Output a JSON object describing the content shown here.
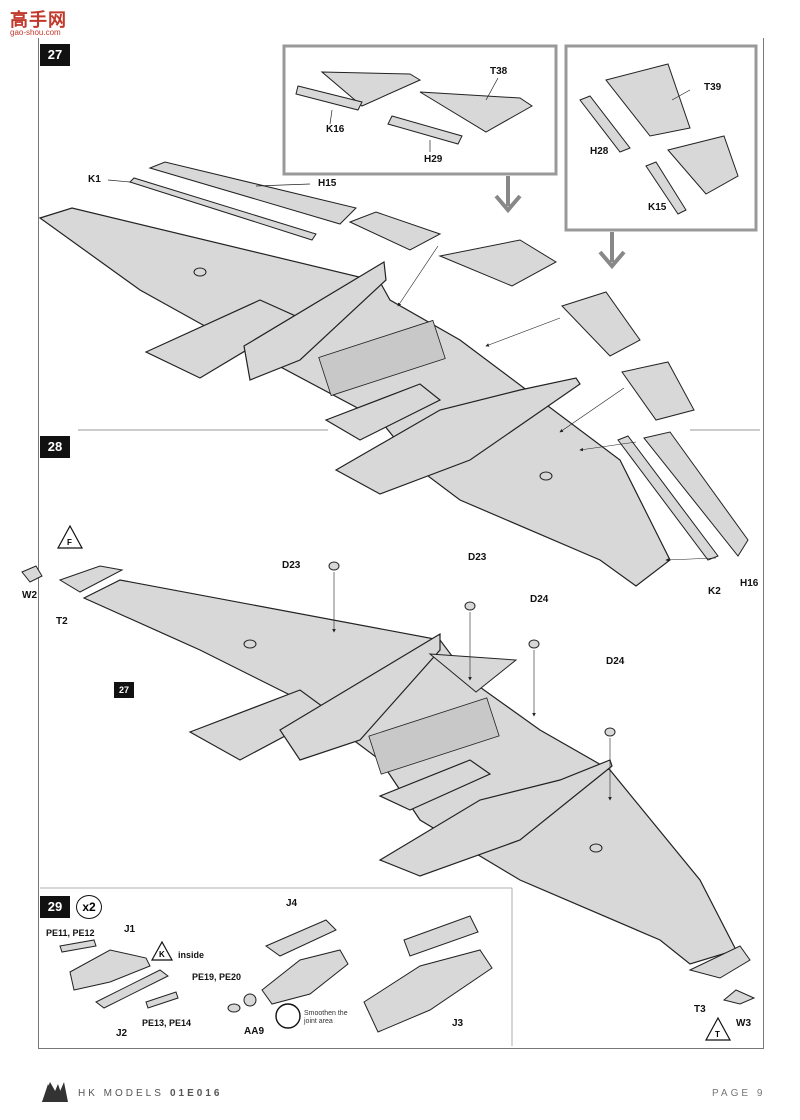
{
  "watermark": {
    "title": "高手网",
    "url": "gao-shou.com"
  },
  "steps": {
    "s27": "27",
    "s28": "28",
    "s29": "29",
    "s27_ref": "27"
  },
  "labels": {
    "K16": "K16",
    "T38": "T38",
    "H29": "H29",
    "T39": "T39",
    "H28": "H28",
    "K15": "K15",
    "K1": "K1",
    "H15": "H15",
    "K2": "K2",
    "H16": "H16",
    "W2": "W2",
    "T2": "T2",
    "D23a": "D23",
    "D23b": "D23",
    "D24a": "D24",
    "D24b": "D24",
    "T3": "T3",
    "W3": "W3",
    "F": "F",
    "T": "T",
    "PE11_12": "PE11, PE12",
    "J1": "J1",
    "J2": "J2",
    "K": "K",
    "inside": "inside",
    "PE13_14": "PE13, PE14",
    "J4": "J4",
    "PE19_20": "PE19, PE20",
    "AA9": "AA9",
    "J3": "J3",
    "smoothen": "Smoothen the joint area",
    "x2": "x2"
  },
  "footer": {
    "brand": "HK MODELS",
    "code": "01E016",
    "page": "PAGE 9"
  },
  "colors": {
    "part": "#d8d8d8",
    "outline": "#222222",
    "box": "#999999",
    "arrow": "#888888",
    "step": "#111111"
  }
}
